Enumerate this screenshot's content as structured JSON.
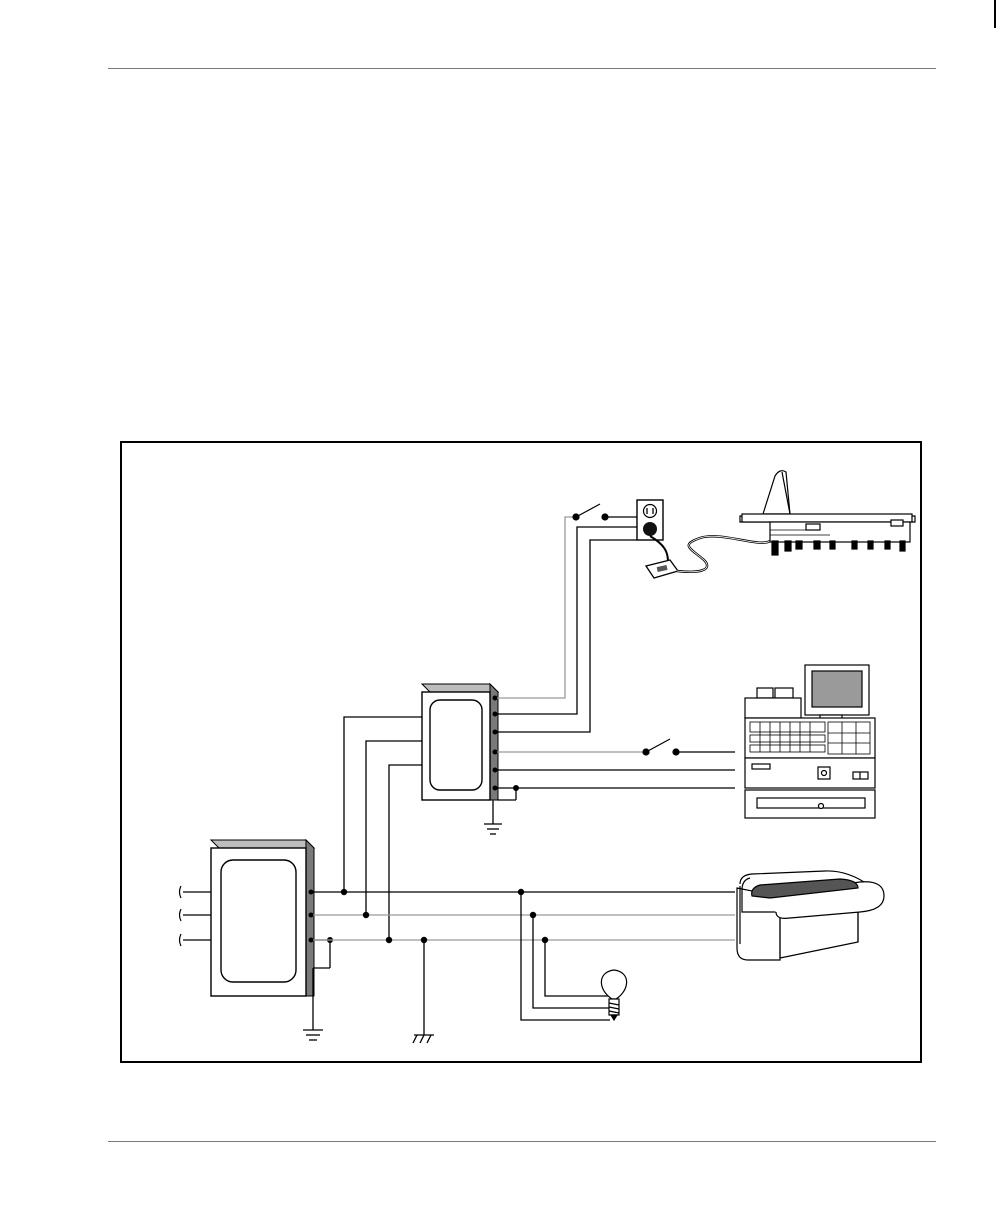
{
  "document": {
    "header_rule": true,
    "footer_rule": true
  },
  "diagram": {
    "description_visible_text": [],
    "colors": {
      "line": "#000000",
      "gray_wire": "#9a9a9a",
      "box_fill": "#ffffff",
      "shade": "#8c8c8c"
    },
    "components": [
      {
        "id": "main-panel",
        "icon": "electrical-panel-icon"
      },
      {
        "id": "sub-panel",
        "icon": "electrical-panel-icon"
      },
      {
        "id": "wall-outlet",
        "icon": "outlet-icon"
      },
      {
        "id": "surge-suppressor",
        "icon": "surge-plug-icon"
      },
      {
        "id": "scanner-scale",
        "icon": "scanner-scale-icon"
      },
      {
        "id": "pos-terminal",
        "icon": "pos-terminal-icon"
      },
      {
        "id": "checkout-counter",
        "icon": "conveyor-counter-icon"
      },
      {
        "id": "light-bulb",
        "icon": "light-bulb-icon"
      },
      {
        "id": "switch-outlet",
        "icon": "switch-icon"
      },
      {
        "id": "switch-pos",
        "icon": "switch-icon"
      },
      {
        "id": "ground-main",
        "icon": "ground-icon"
      },
      {
        "id": "ground-sub",
        "icon": "ground-icon"
      },
      {
        "id": "chassis-ground",
        "icon": "chassis-ground-icon"
      }
    ]
  }
}
